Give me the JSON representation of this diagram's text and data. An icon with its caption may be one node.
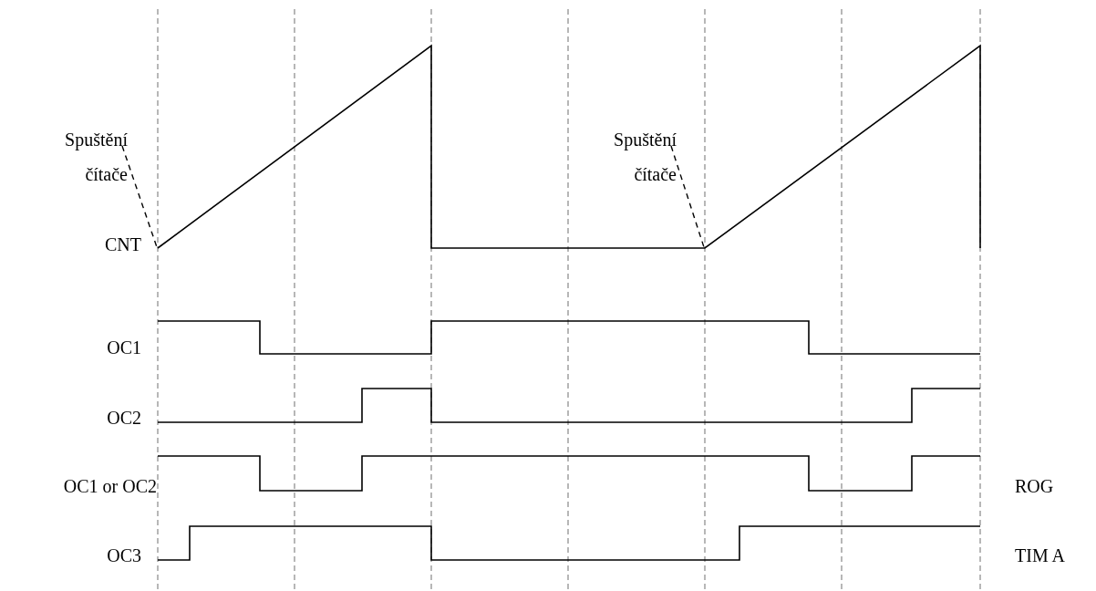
{
  "diagram": {
    "nodes": [
      {
        "text": [
          "Spuštění čítače"
        ]
      },
      {
        "text": [
          "Spuštění čítače"
        ]
      }
    ],
    "edges": [
      {
        "from": 0,
        "to": null,
        "arrow": "none"
      },
      {
        "from": 1,
        "to": null,
        "arrow": "none"
      }
    ],
    "labels": [
      "CNT",
      "OC1",
      "OC2",
      "OC1 or OC2",
      "ROG",
      "OC3",
      "TIM A"
    ]
  }
}
